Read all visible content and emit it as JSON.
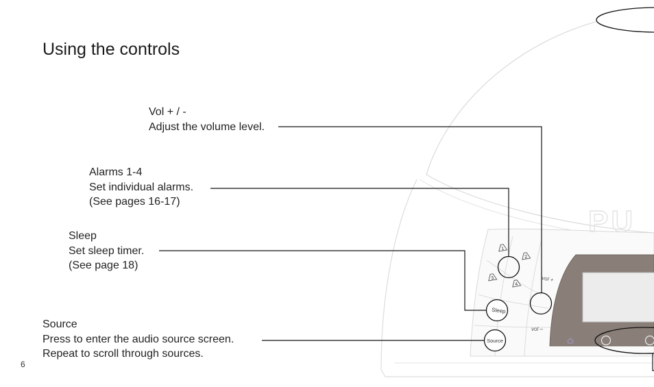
{
  "page": {
    "title": "Using the controls",
    "page_number": "6"
  },
  "controls": [
    {
      "id": "vol",
      "name": "Vol + / -",
      "lines": [
        "Adjust the volume level."
      ]
    },
    {
      "id": "alarms",
      "name": "Alarms 1-4",
      "lines": [
        "Set individual alarms.",
        "(See pages 16-17)"
      ]
    },
    {
      "id": "sleep",
      "name": "Sleep",
      "lines": [
        "Set sleep timer.",
        "(See page 18)"
      ]
    },
    {
      "id": "source",
      "name": "Source",
      "lines": [
        "Press to enter the audio source screen.",
        "Repeat to scroll through sources."
      ]
    }
  ],
  "device": {
    "brand_partial": "PU",
    "buttons": {
      "alarm1": "1",
      "alarm2": "2",
      "alarm3": "3",
      "alarm4": "4",
      "sleep": "Sleep",
      "source": "Source",
      "vol_up": "vol +",
      "vol_down": "vol –"
    }
  },
  "colors": {
    "device_body": "#f7f7f7",
    "device_outline": "#cfcfcf",
    "panel": "#8a7f78",
    "screen": "#ececec",
    "callout_line": "#111111"
  }
}
